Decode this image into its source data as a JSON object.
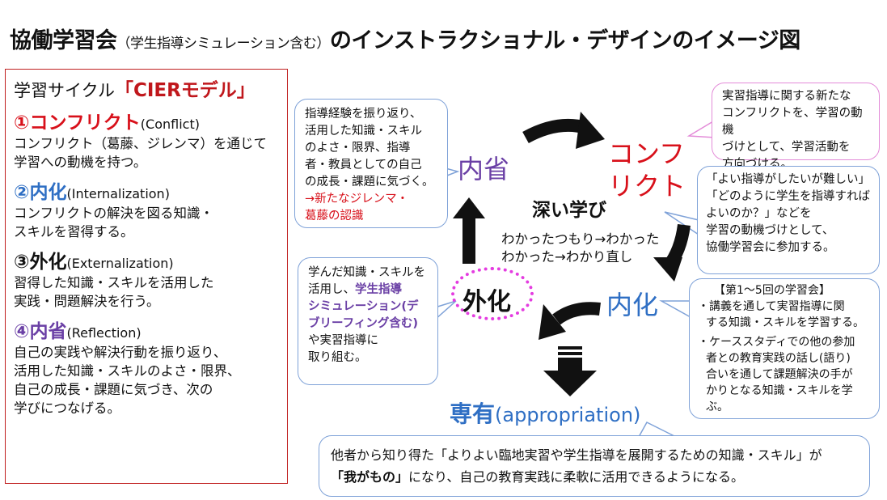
{
  "title": {
    "main1": "協働学習会",
    "sub": "（学生指導シミュレーション含む）",
    "main2": "のインストラクショナル・デザインのイメージ図"
  },
  "cier": {
    "heading_prefix": "学習サイクル",
    "heading_model": "「CIERモデル」",
    "steps": [
      {
        "mark": "①コンフリクト",
        "en": "(Conflict)",
        "desc": [
          "コンフリクト（葛藤、ジレンマ）を通じて",
          "学習への動機を持つ。"
        ]
      },
      {
        "mark": "②内化",
        "en": "(Internalization)",
        "desc": [
          "コンフリクトの解決を図る知識・",
          "スキルを習得する。"
        ]
      },
      {
        "mark": "③外化",
        "en": "(Externalization)",
        "desc": [
          "習得した知識・スキルを活用した",
          "実践・問題解決を行う。"
        ]
      },
      {
        "mark": "④内省",
        "en": "(Reflection)",
        "desc": [
          "自己の実践や解決行動を振り返り、",
          "活用した知識・スキルのよさ・限界、",
          "自己の成長・課題に気づき、次の",
          "学びにつなげる。"
        ]
      }
    ]
  },
  "cycle": {
    "reflection": "内省",
    "conflict": "コンフリクト",
    "internalization": "内化",
    "externalization": "外化",
    "center_title": "深い学び",
    "center_line1": "わかったつもり→わかった",
    "center_line2": "わかった→わかり直し",
    "appropriation_jp": "専有",
    "appropriation_en": "(appropriation)"
  },
  "callouts": {
    "reflection": {
      "lines": [
        "指導経験を振り返り、",
        "活用した知識・スキル",
        "のよさ・限界、指導",
        "者・教員としての自己",
        "の成長・課題に気づく。"
      ],
      "red_lines": [
        "→新たなジレンマ・",
        "葛藤の認識"
      ]
    },
    "externalization": {
      "l1": "学んだ知識・スキルを",
      "l2": "活用し、",
      "bold1": "学生指導",
      "bold2": "シミュレーション(デ",
      "bold3": "ブリーフィング含む)",
      "l3": "や実習指導に",
      "l4": "取り組む。"
    },
    "conflict": {
      "lines": [
        "実習指導に関する新たな",
        "コンフリクトを、学習の動機",
        "づけとして、学習活動を",
        "方向づける。"
      ]
    },
    "internalization": {
      "lines": [
        "「よい指導がしたいが難しい」",
        "「どのように学生を指導すれば",
        "よいのか？」などを",
        "学習の動機づけとして、",
        "協働学習会に参加する。"
      ]
    },
    "sessions": {
      "heading": "【第1～5回の学習会】",
      "item1": [
        "・講義を通して実習指導に関",
        "する知識・スキルを学習する。"
      ],
      "item2": [
        "・ケーススタディでの他の参加",
        "者との教育実践の話し(語り)",
        "合いを通して課題解決の手が",
        "かりとなる知識・スキルを学ぶ。"
      ]
    },
    "appropriation": {
      "line1": "他者から知り得た「よりよい臨地実習や学生指導を展開するための知識・スキル」が",
      "bold": "「我がもの」",
      "line2": "になり、自己の教育実践に柔軟に活用できるようになる。"
    }
  },
  "colors": {
    "red": "#d8101a",
    "blue": "#2f6fc4",
    "purple": "#6a3fa5",
    "pink": "#e43ce0"
  }
}
